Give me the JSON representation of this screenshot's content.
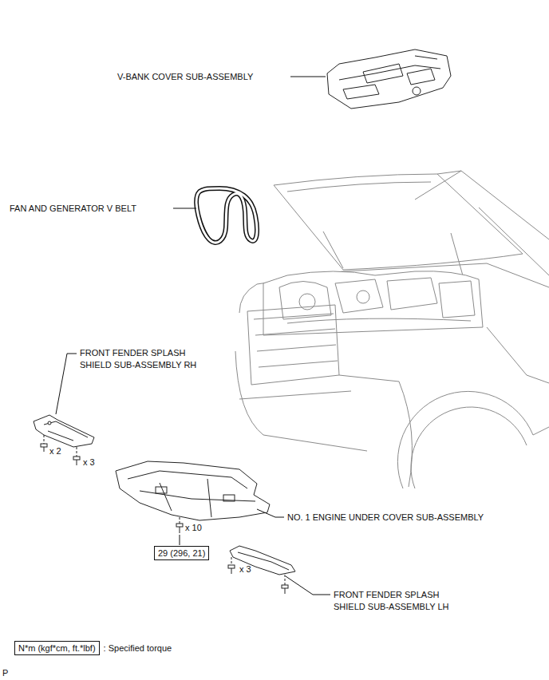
{
  "diagram": {
    "nodes": [
      {
        "text": [
          "29 (296, 21)"
        ]
      },
      {
        "text": [
          "N*m (kgf*cm, ft.*lbf)"
        ]
      }
    ],
    "labels": [
      "V-BANK COVER SUB-ASSEMBLY",
      "FAN AND GENERATOR V BELT",
      "FRONT FENDER SPLASH SHIELD SUB-ASSEMBLY RH",
      "x 2",
      "x 3",
      "NO. 1 ENGINE UNDER COVER SUB-ASSEMBLY",
      "x 10",
      "x 3",
      "FRONT FENDER SPLASH SHIELD SUB-ASSEMBLY LH",
      ": Specified torque",
      "P"
    ]
  }
}
